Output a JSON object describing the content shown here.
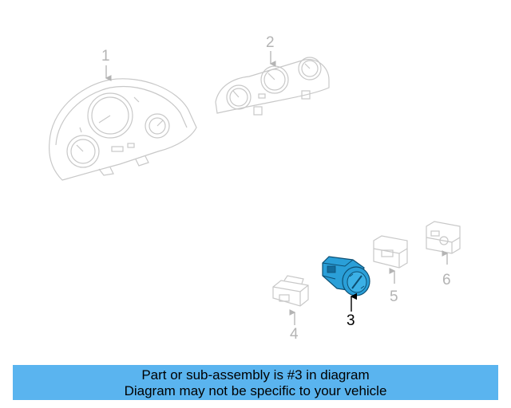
{
  "callouts": {
    "c1": "1",
    "c2": "2",
    "c3": "3",
    "c4": "4",
    "c5": "5",
    "c6": "6"
  },
  "highlight_part": "3",
  "colors": {
    "ghost_line": "#c8c8c8",
    "highlight_fill": "#2a9fd8",
    "highlight_dark": "#136c9c",
    "banner_bg": "#5ab4ef"
  },
  "banner": {
    "line1": "Part or sub-assembly is #3 in diagram",
    "line2": "Diagram may not be specific to your vehicle"
  }
}
